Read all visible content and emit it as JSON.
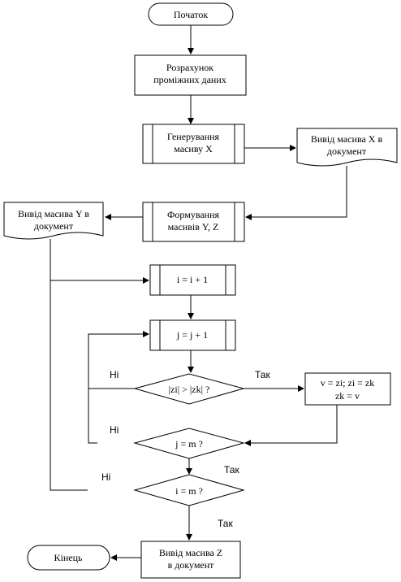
{
  "nodes": {
    "start": "Початок",
    "calc": [
      "Розрахунок",
      "проміжних даних"
    ],
    "gen": [
      "Генерування",
      "масиву X"
    ],
    "outx": [
      "Вивід масива X в",
      "документ"
    ],
    "form": [
      "Формування",
      "масивів Y, Z"
    ],
    "outy": [
      "Вивід масива Y в",
      "документ"
    ],
    "inc_i": "i = i + 1",
    "inc_j": "j = j + 1",
    "cond_z": "|zi| > |zk| ?",
    "swap": [
      "v = zi; zi = zk",
      "zk = v"
    ],
    "cond_jm": "j = m ?",
    "cond_im": "i = m ?",
    "outz": [
      "Вивід масива Z",
      "в документ"
    ],
    "end": "Кінець"
  },
  "labels": {
    "ni1": "Ні",
    "tak1": "Так",
    "ni2": "Ні",
    "tak2": "Так",
    "ni3": "Ні",
    "tak3": "Так"
  }
}
